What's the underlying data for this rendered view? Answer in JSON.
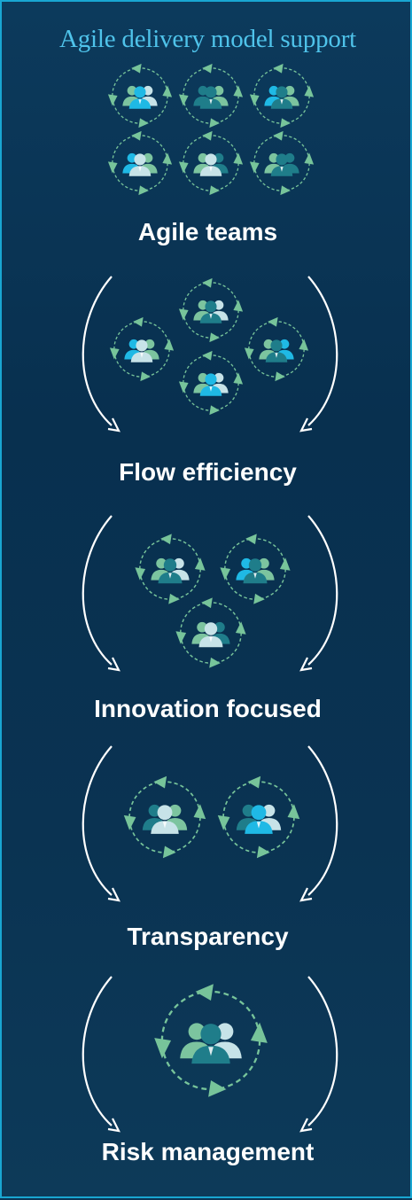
{
  "title": "Agile delivery model support",
  "stages": [
    {
      "label": "Agile teams"
    },
    {
      "label": "Flow efficiency"
    },
    {
      "label": "Innovation focused"
    },
    {
      "label": "Transparency"
    },
    {
      "label": "Risk management"
    }
  ],
  "colors": {
    "frame_border": "#19a6d2",
    "title": "#4fc3ea",
    "cycle_arrow": "#77c49a",
    "person_cyan": "#1fb9e5",
    "person_teal": "#1f7d8a",
    "person_light": "#c7e3e8",
    "person_green": "#7cc49f",
    "curve_arrow": "#ffffff"
  },
  "icons": [
    "team-cycle-icon",
    "curved-arrow-icon"
  ]
}
